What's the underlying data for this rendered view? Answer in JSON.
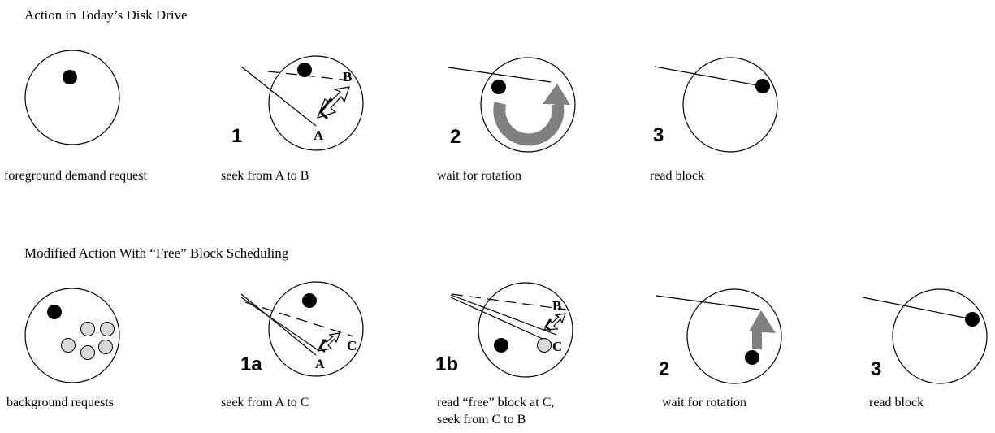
{
  "section1": {
    "title": "Action in Today’s Disk Drive",
    "panels": [
      {
        "step": "",
        "caption": "foreground demand request"
      },
      {
        "step": "1",
        "caption": "seek from A to B",
        "labels": [
          "A",
          "B"
        ]
      },
      {
        "step": "2",
        "caption": "wait for rotation"
      },
      {
        "step": "3",
        "caption": "read block"
      }
    ]
  },
  "section2": {
    "title": "Modified Action With “Free” Block Scheduling",
    "panels": [
      {
        "step": "",
        "caption": "background requests"
      },
      {
        "step": "1a",
        "caption": "seek from A to C",
        "labels": [
          "A",
          "C"
        ]
      },
      {
        "step": "1b",
        "caption": "read “free” block at C,",
        "caption2": "seek from C to B",
        "labels": [
          "B",
          "C"
        ]
      },
      {
        "step": "2",
        "caption": "wait for rotation"
      },
      {
        "step": "3",
        "caption": "read block"
      }
    ]
  },
  "colors": {
    "block": "#000000",
    "background_block": "#d9d9d9",
    "rotation_arrow": "#808080"
  }
}
